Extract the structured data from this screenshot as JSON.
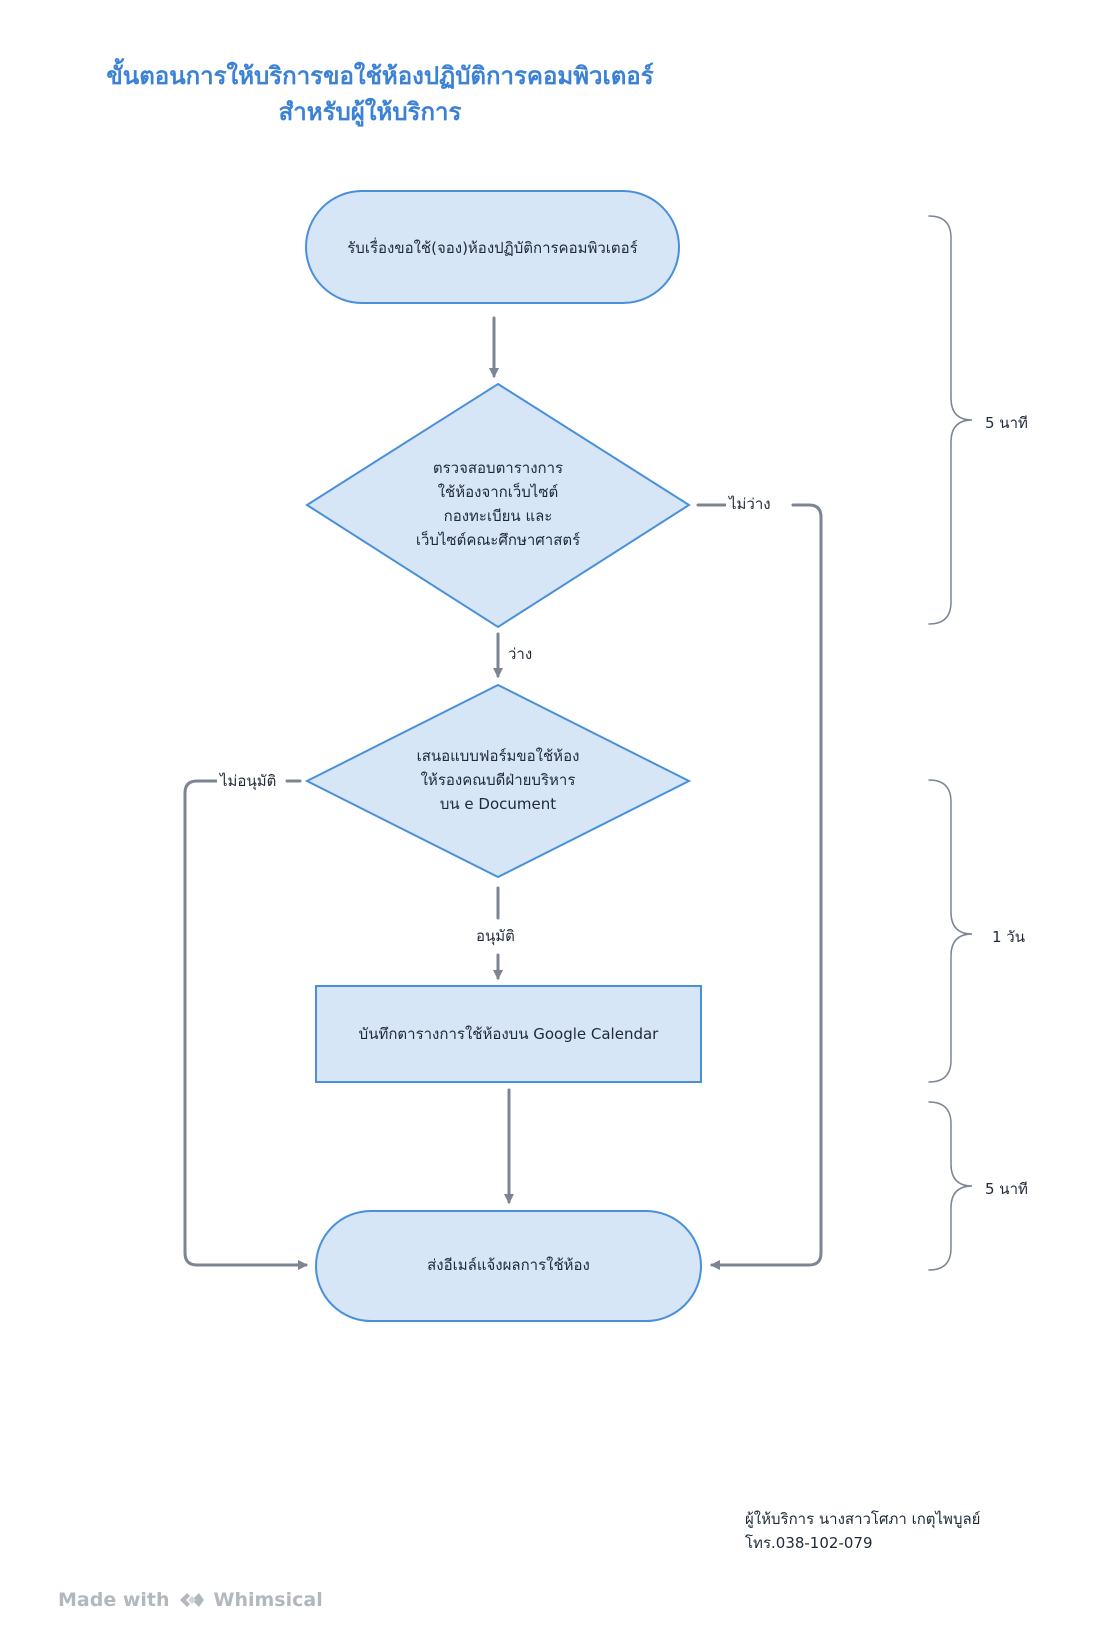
{
  "title": {
    "line1": "ขั้นตอนการให้บริการขอใช้ห้องปฏิบัติการคอมพิวเตอร์",
    "line2": "สำหรับผู้ให้บริการ"
  },
  "nodes": {
    "start": "รับเรื่องขอใช้(จอง)ห้องปฏิบัติการคอมพิวเตอร์",
    "check": [
      "ตรวจสอบตารางการ",
      "ใช้ห้องจากเว็บไซต์",
      "กองทะเบียน และ",
      "เว็บไซต์คณะศึกษาศาสตร์"
    ],
    "propose": [
      "เสนอแบบฟอร์มขอใช้ห้อง",
      "ให้รองคณบดีฝ่ายบริหาร",
      "บน e Document"
    ],
    "record": "บันทึกตารางการใช้ห้องบน Google Calendar",
    "end": "ส่งอีเมล์แจ้งผลการใช้ห้อง"
  },
  "edges": {
    "busy": "ไม่ว่าง",
    "free": "ว่าง",
    "not_approved": "ไม่อนุมัติ",
    "approved": "อนุมัติ"
  },
  "durations": [
    "5 นาที",
    "1 วัน",
    "5 นาที"
  ],
  "footer": {
    "provider": "ผู้ให้บริการ นางสาวโศภา เกตุไพบูลย์",
    "phone": "โทร.038-102-079"
  },
  "branding": {
    "made_with": "Made with",
    "brand": "Whimsical"
  },
  "colors": {
    "title": "#3b82d6",
    "node_fill": "#d6e6f7",
    "node_stroke": "#4a90d9",
    "edge": "#7b8593"
  }
}
